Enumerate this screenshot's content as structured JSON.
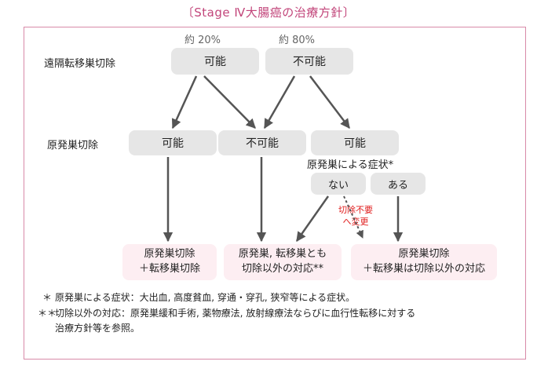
{
  "title": "〔Stage Ⅳ大腸癌の治療方針〕",
  "percentages": {
    "left": "約 20%",
    "right": "約 80%"
  },
  "row_labels": {
    "metastasis": "遠隔転移巣切除",
    "primary": "原発巣切除"
  },
  "top_boxes": {
    "possible": "可能",
    "impossible": "不可能"
  },
  "middle_boxes": {
    "possible_left": "可能",
    "impossible": "不可能",
    "possible_right": "可能"
  },
  "symptom_question": "原発巣による症状*",
  "symptom_boxes": {
    "none": "ない",
    "present": "ある"
  },
  "red_label": "切除不要\nへ変更",
  "result_boxes": {
    "left": "原発巣切除\n＋転移巣切除",
    "middle": "原発巣, 転移巣とも\n切除以外の対応**",
    "right": "原発巣切除\n＋転移巣は切除以外の対応"
  },
  "footnotes": {
    "single_mark": "＊",
    "single": "原発巣による症状：大出血, 高度貧血, 穿通・穿孔, 狭窄等による症状。",
    "double_mark": "＊＊",
    "double": "切除以外の対応：原発巣緩和手術, 薬物療法, 放射線療法ならびに血行性転移に対する\n治療方針等を参照。"
  },
  "colors": {
    "title": "#c2457a",
    "frame": "#d88aa8",
    "gray_box": "#e6e6e6",
    "pink_box": "#fdeef2",
    "arrow": "#555555",
    "red": "#e02020"
  }
}
